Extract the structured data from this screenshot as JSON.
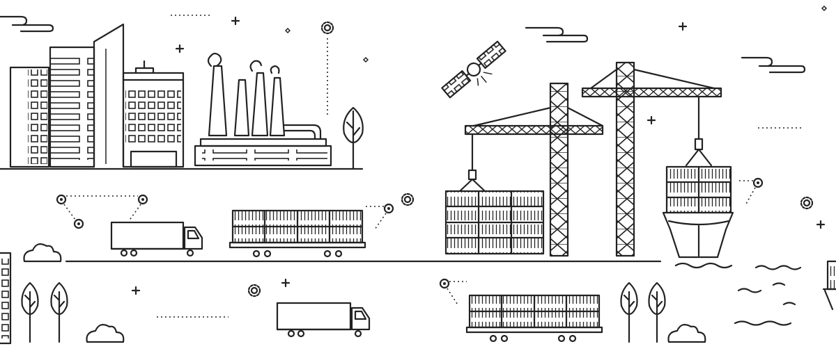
{
  "scene": {
    "style": "monochrome line-art illustration",
    "colors": {
      "stroke": "#222222",
      "background": "#ffffff"
    },
    "icons": [
      "city-buildings",
      "factory",
      "tree",
      "satellite",
      "crane",
      "shipping-containers",
      "cargo-ship",
      "truck",
      "freight-train",
      "cloud",
      "gear",
      "location-pin",
      "plus-sparkle",
      "waves"
    ]
  }
}
